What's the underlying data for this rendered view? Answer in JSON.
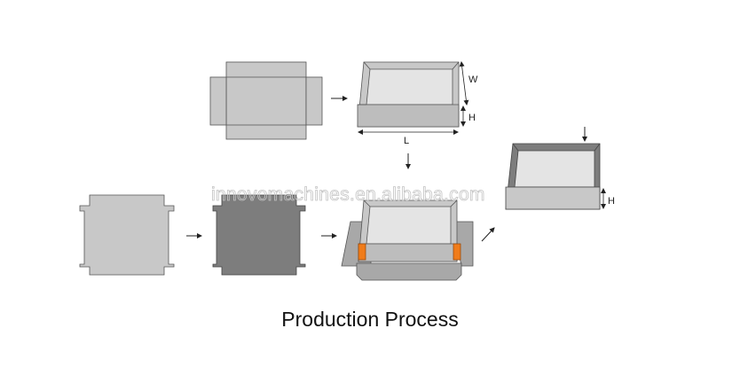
{
  "title": "Production Process",
  "watermark": "innovomachines.en.alibaba.com",
  "labels": {
    "width": "W",
    "height": "H",
    "length": "L",
    "height_final": "H"
  },
  "colors": {
    "board_light": "#c8c8c8",
    "board_dark": "#7d7d7d",
    "board_mid": "#a8a8a8",
    "inner_light": "#e4e4e4",
    "edge": "#555555",
    "corner_tape": "#f07c1a",
    "arrow": "#222222"
  },
  "icons": [
    "arrow-right-icon",
    "arrow-down-icon",
    "arrow-diagonal-icon"
  ]
}
